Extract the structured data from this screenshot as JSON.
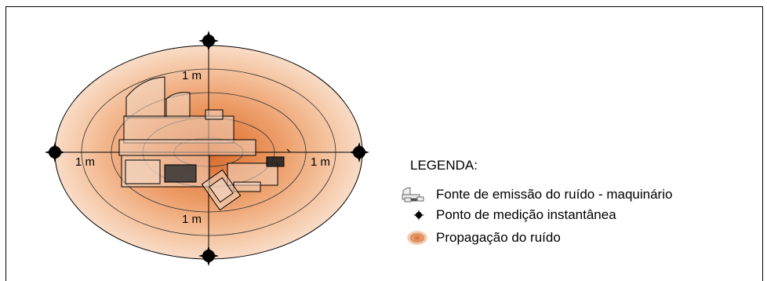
{
  "diagram": {
    "distance_labels": {
      "top": "1 m",
      "bottom": "1 m",
      "left": "1 m",
      "right": "1 m"
    },
    "colors": {
      "noise_center": "#e07a3a",
      "noise_mid": "#f0a878",
      "noise_edge": "#f8d6bf",
      "line": "#000000",
      "machine_fill": "#f2e6da"
    }
  },
  "legend": {
    "title": "LEGENDA:",
    "items": [
      {
        "icon": "machine-icon",
        "label": "Fonte de emissão do ruído - maquinário"
      },
      {
        "icon": "measurement-point-icon",
        "label": "Ponto de medição instantânea"
      },
      {
        "icon": "noise-propagation-icon",
        "label": "Propagação do ruído"
      }
    ]
  }
}
